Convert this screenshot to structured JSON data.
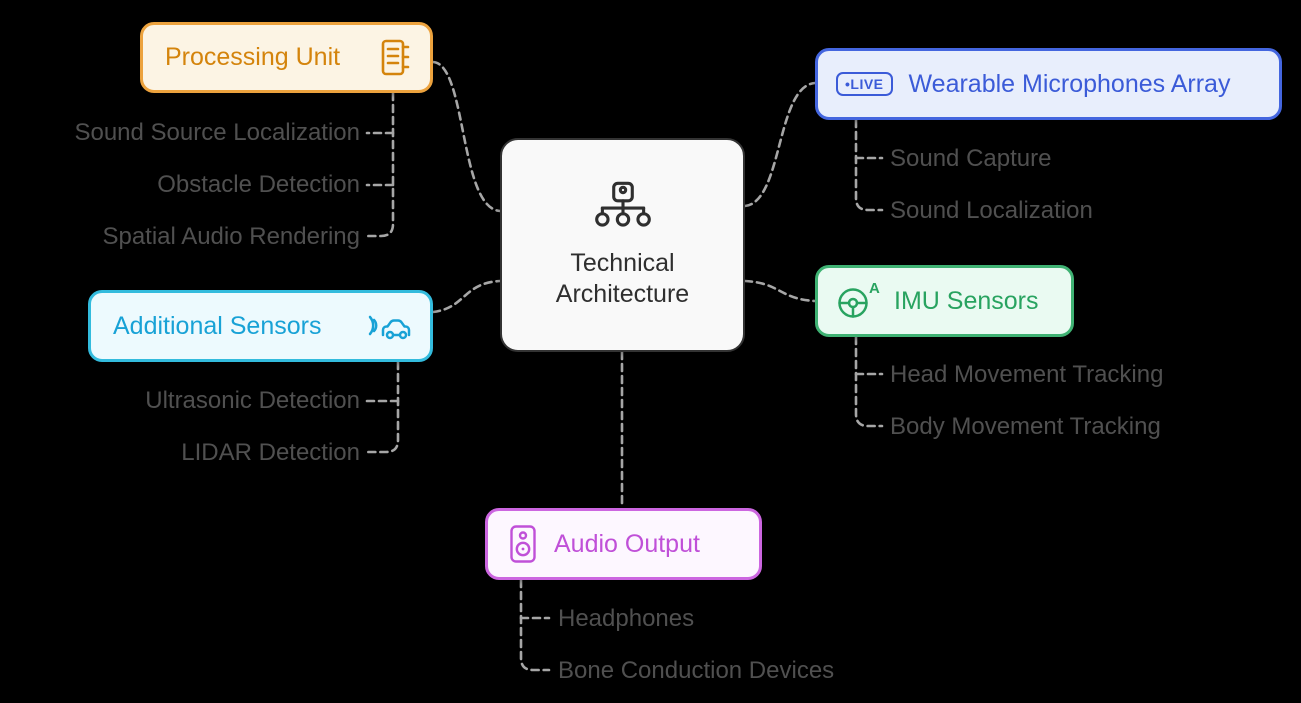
{
  "background_color": "#000000",
  "connector_color": "#A6A6A6",
  "leaf_text_color": "#505050",
  "center_node": {
    "label": "Technical Architecture",
    "icon": "sitemap-icon",
    "text_color": "#2F2F2F",
    "border_color": "#333333",
    "background": "#F9F9F9"
  },
  "branches": {
    "processing_unit": {
      "label": "Processing Unit",
      "icon": "memory-chip-icon",
      "color": "#D4840C",
      "border_color": "#ECA23D",
      "background": "#FCF4E4",
      "children": [
        "Sound Source Localization",
        "Obstacle Detection",
        "Spatial Audio Rendering"
      ]
    },
    "additional_sensors": {
      "label": "Additional Sensors",
      "icon": "car-sensor-icon",
      "color": "#18A2D6",
      "border_color": "#33BBDD",
      "background": "#EDFAFE",
      "children": [
        "Ultrasonic Detection",
        "LIDAR Detection"
      ]
    },
    "wearable_microphones_array": {
      "label": "Wearable Microphones Array",
      "icon": "live-badge-icon",
      "icon_text": "•LIVE",
      "color": "#3B5BD8",
      "border_color": "#4466DF",
      "background": "#E8EEFC",
      "children": [
        "Sound Capture",
        "Sound Localization"
      ]
    },
    "imu_sensors": {
      "label": "IMU Sensors",
      "icon": "steering-wheel-icon",
      "icon_text": "A",
      "color": "#28A360",
      "border_color": "#3FB273",
      "background": "#EAFAF2",
      "children": [
        "Head Movement Tracking",
        "Body Movement Tracking"
      ]
    },
    "audio_output": {
      "label": "Audio Output",
      "icon": "speaker-icon",
      "color": "#C050D8",
      "border_color": "#CC66E0",
      "background": "#FDF7FF",
      "children": [
        "Headphones",
        "Bone Conduction Devices"
      ]
    }
  }
}
